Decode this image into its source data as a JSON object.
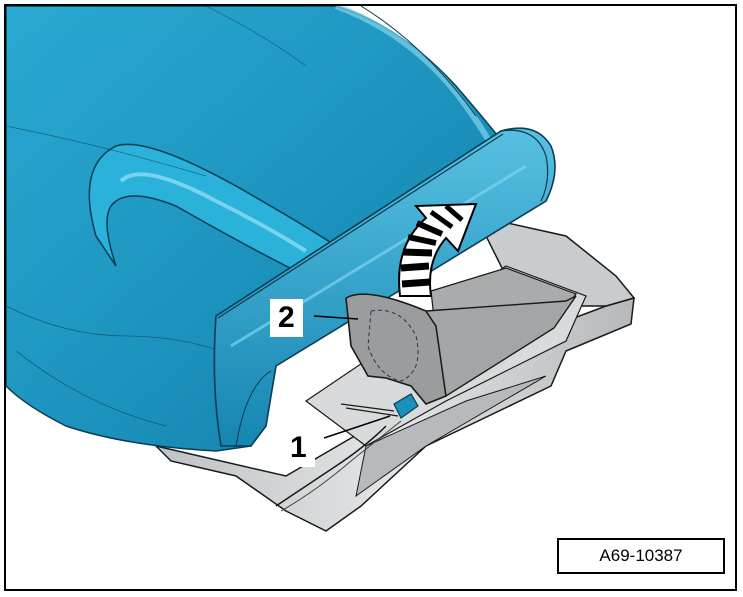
{
  "diagram": {
    "callouts": [
      {
        "id": "1",
        "label": "1"
      },
      {
        "id": "2",
        "label": "2"
      }
    ],
    "reference_code": "A69-10387",
    "colors": {
      "cushion": "#1f9bc4",
      "cushion_dark": "#0e6f92",
      "cushion_light": "#5fc6e6",
      "frame_grey": "#cfd2d3",
      "part_grey": "#9a9c9e",
      "outline": "#1a1a1a"
    },
    "icons": [
      "rotation-arrow-icon"
    ]
  }
}
